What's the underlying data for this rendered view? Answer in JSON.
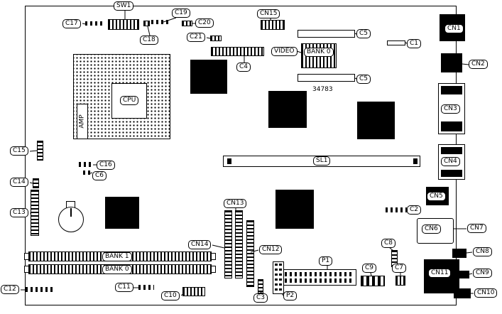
{
  "diagram": {
    "type": "motherboard-component-location-diagram",
    "part_number": "34783"
  },
  "labels": {
    "sw1": "SW1",
    "c17": "C17",
    "c19": "C19",
    "c20": "C20",
    "c18": "C18",
    "c21": "C21",
    "cn15": "CN15",
    "c5_top": "C5",
    "c1": "C1",
    "cn1": "CN1",
    "video": "VIDEO",
    "bank0_top": "BANK 0",
    "cn2": "CN2",
    "c4": "C4",
    "c5_mid": "C5",
    "part_number": "34783",
    "cn3": "CN3",
    "cpu": "CPU",
    "amp": "AMP",
    "c15": "C15",
    "cn4": "CN4",
    "c16": "C16",
    "c6": "C6",
    "sl1": "SL1",
    "c14": "C14",
    "cn5": "CN5",
    "c13": "C13",
    "c2": "C2",
    "cn13": "CN13",
    "cn6": "CN6",
    "cn7": "CN7",
    "cn14": "CN14",
    "cn12": "CN12",
    "c8": "C8",
    "cn8": "CN8",
    "bank1": "BANK 1",
    "bank0": "BANK 0",
    "p1": "P1",
    "c9": "C9",
    "c7": "C7",
    "cn11": "CN11",
    "cn9": "CN9",
    "c12": "C12",
    "c11": "C11",
    "c10": "C10",
    "c3": "C3",
    "p2": "P2",
    "cn10": "CN10"
  }
}
